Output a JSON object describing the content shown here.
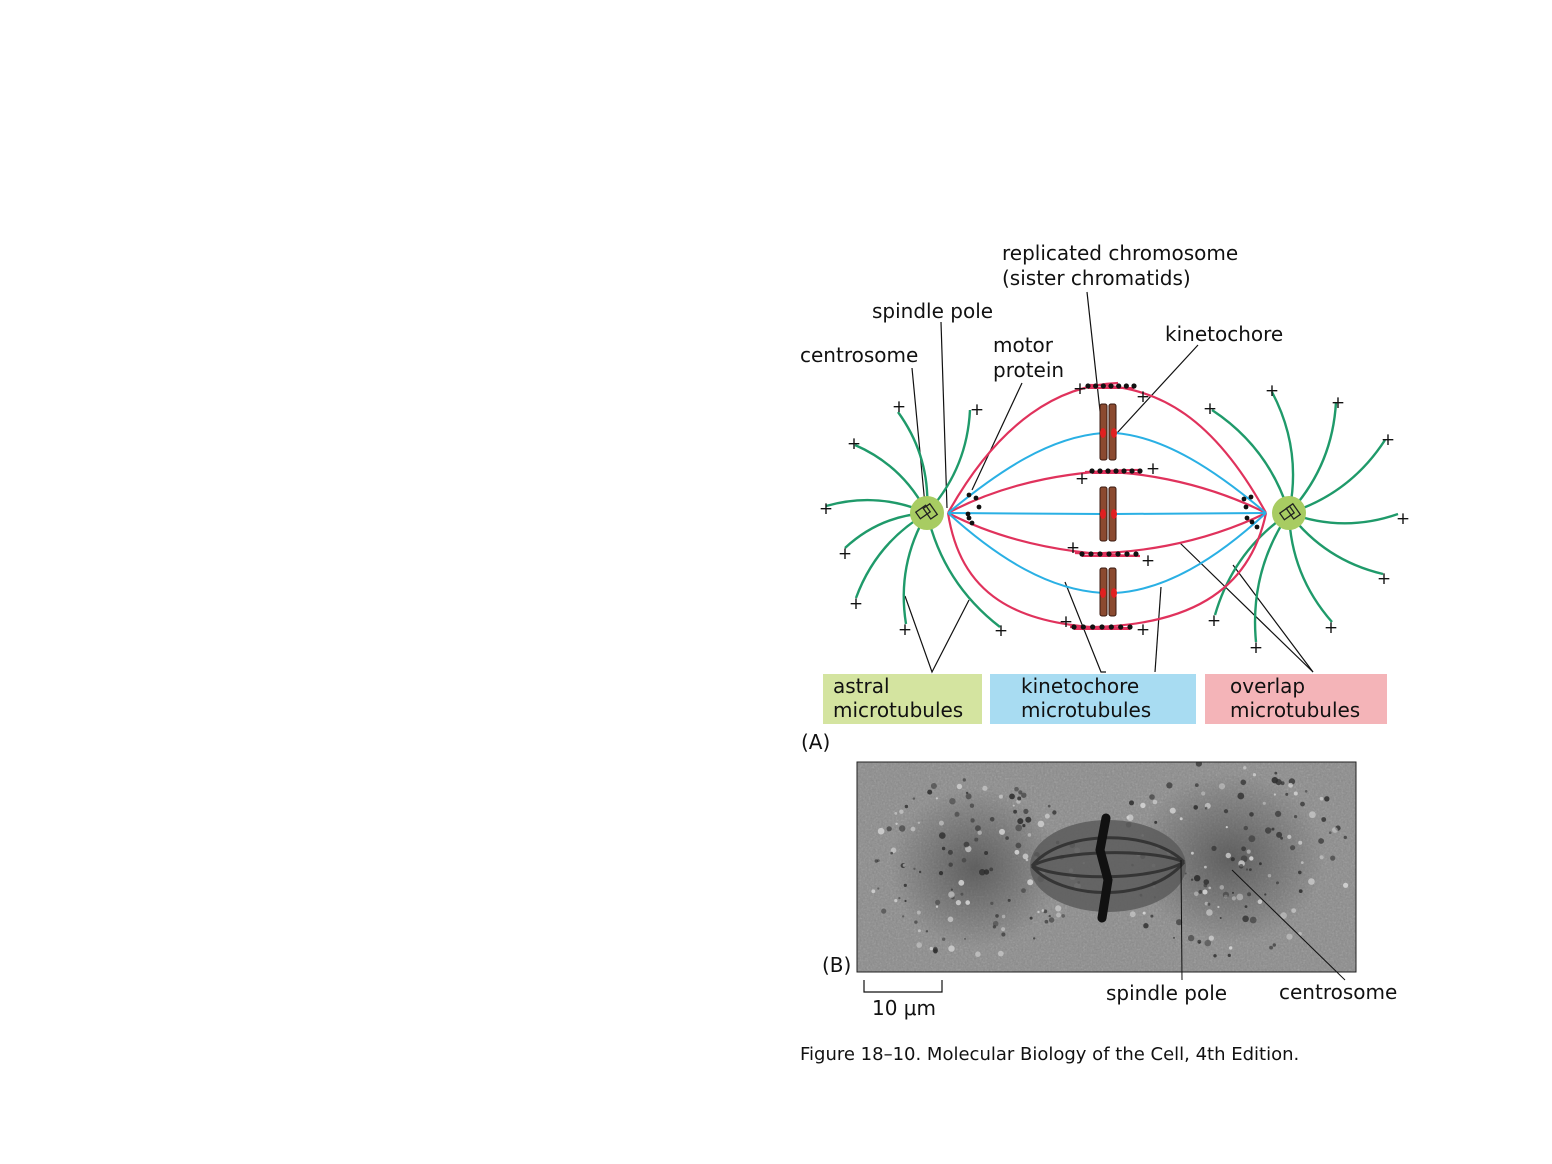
{
  "panel_a": {
    "label": "(A)",
    "callouts": {
      "replicated_chromosome": [
        "replicated chromosome",
        "(sister chromatids)"
      ],
      "spindle_pole": "spindle pole",
      "centrosome": "centrosome",
      "motor_protein": [
        "motor",
        "protein"
      ],
      "kinetochore": "kinetochore"
    },
    "legend": [
      {
        "lines": [
          "astral",
          "microtubules"
        ],
        "color": "#d4e4a0"
      },
      {
        "lines": [
          "kinetochore",
          "microtubules"
        ],
        "color": "#a8dcf2"
      },
      {
        "lines": [
          "overlap",
          "microtubules"
        ],
        "color": "#f4b4b8"
      }
    ],
    "plus_sign": "+",
    "colors": {
      "astral": "#1f9a6a",
      "kinetochore_mt": "#2ab0e4",
      "overlap_mt": "#e0325c",
      "centrosome_fill": "#a8cc62",
      "chromatid": "#8b4a30",
      "kinetochore_dot": "#e02020"
    }
  },
  "panel_b": {
    "label": "(B)",
    "scale_bar": "10 μm",
    "callouts": {
      "spindle_pole": "spindle pole",
      "centrosome": "centrosome"
    }
  },
  "caption": "Figure 18–10. Molecular Biology of the Cell, 4th Edition."
}
